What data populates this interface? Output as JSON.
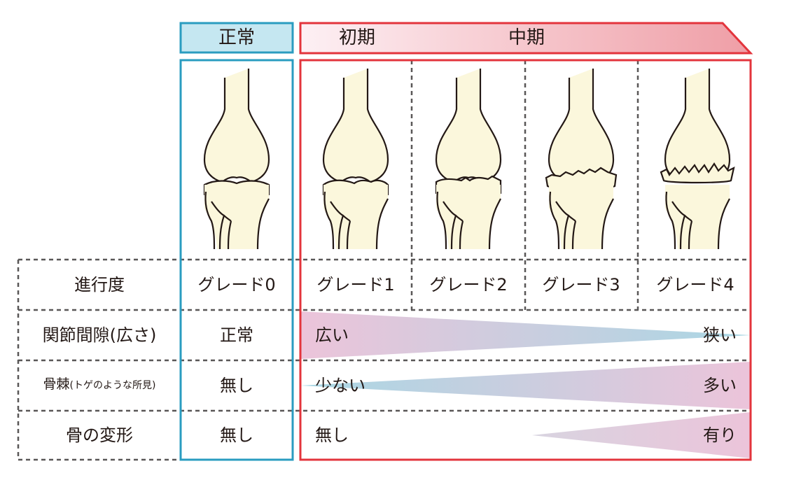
{
  "header": {
    "normal_label": "正常",
    "early_label": "初期",
    "mid_label": "中期"
  },
  "rows": [
    {
      "key": "progress",
      "label": "進行度"
    },
    {
      "key": "joint_space",
      "label": "関節間隙(広さ)"
    },
    {
      "key": "bone_spur",
      "label": "骨棘",
      "label_note": "(トゲのような所見)"
    },
    {
      "key": "deformity",
      "label": "骨の変形"
    }
  ],
  "grades": [
    "グレード0",
    "グレード1",
    "グレード2",
    "グレード3",
    "グレード4"
  ],
  "normal_column": {
    "joint_space": "正常",
    "bone_spur": "無し",
    "deformity": "無し"
  },
  "scales": {
    "joint_space": {
      "start": "広い",
      "end": "狭い"
    },
    "bone_spur": {
      "start": "少ない",
      "end": "多い"
    },
    "deformity": {
      "start": "無し",
      "end": "有り"
    }
  },
  "colors": {
    "normal_border": "#2a9cc0",
    "normal_fill": "#c5e7f1",
    "oa_border": "#e3343c",
    "bone_fill": "#fbf7dc",
    "gradient_pink": "#ecc4da",
    "gradient_blue": "#a9d7e4",
    "dash_border": "#595757"
  },
  "icons": [
    "knee-joint-normal-icon",
    "knee-joint-grade1-icon",
    "knee-joint-grade2-icon",
    "knee-joint-grade3-icon",
    "knee-joint-grade4-icon"
  ]
}
